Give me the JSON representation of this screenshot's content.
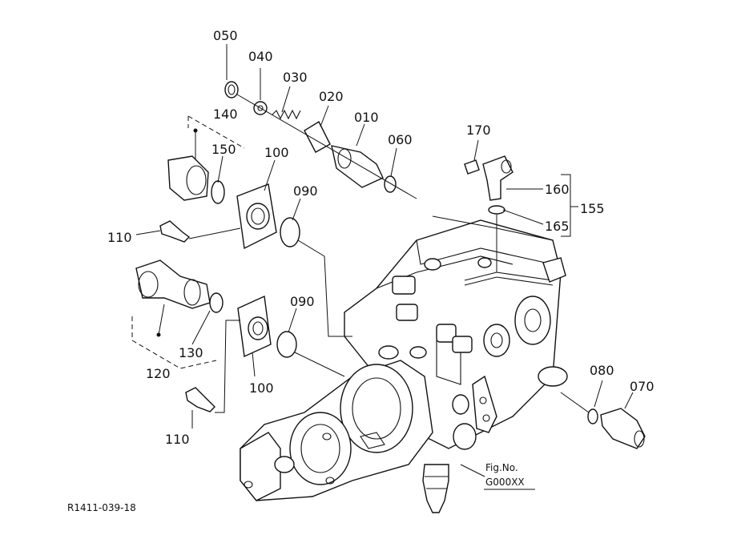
{
  "labels": {
    "p050": "050",
    "p040": "040",
    "p030": "030",
    "p020": "020",
    "p010": "010",
    "p060": "060",
    "p140": "140",
    "p150": "150",
    "p100a": "100",
    "p090a": "090",
    "p110a": "110",
    "p090b": "090",
    "p130": "130",
    "p120": "120",
    "p100b": "100",
    "p110b": "110",
    "p170": "170",
    "p160": "160",
    "p165": "165",
    "p155": "155",
    "p080": "080",
    "p070": "070"
  },
  "fig": {
    "line1": "Fig.No.",
    "line2": "G000XX"
  },
  "drawing_code": "R1411-039-18"
}
